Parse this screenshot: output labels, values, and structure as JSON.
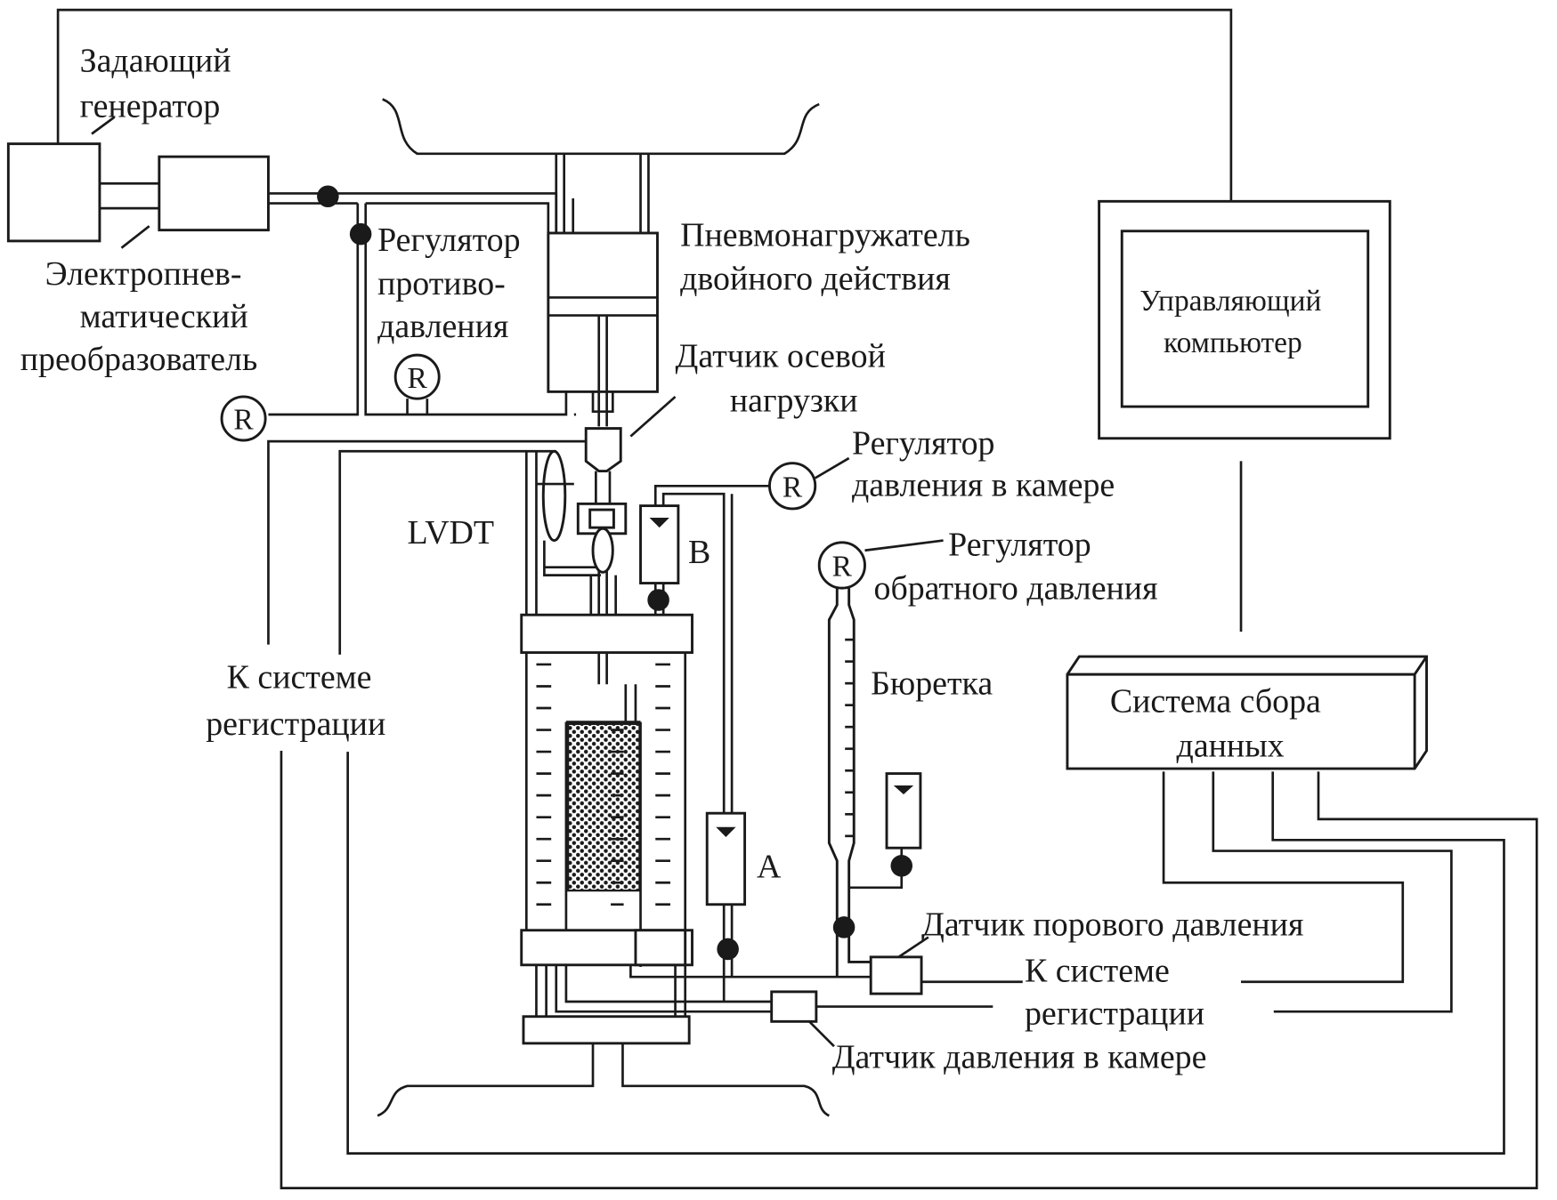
{
  "labels": {
    "generator": [
      "Задающий",
      "генератор"
    ],
    "converter": [
      "Электропнев-",
      "матический",
      "преобразователь"
    ],
    "backpressure_regulator": [
      "Регулятор",
      "противо-",
      "давления"
    ],
    "loader": [
      "Пневмонагружатель",
      "двойного действия"
    ],
    "axial_sensor": [
      "Датчик осевой",
      "нагрузки"
    ],
    "chamber_regulator": [
      "Регулятор",
      "давления  в камере"
    ],
    "reverse_regulator": [
      "Регулятор",
      "обратного давления"
    ],
    "lvdt": "LVDT",
    "vessel_b": "B",
    "vessel_a": "A",
    "burette": "Бюретка",
    "daq": [
      "Система сбора",
      "данных"
    ],
    "computer": [
      "Управляющий",
      "компьютер"
    ],
    "to_registration_left": [
      "К системе",
      "регистрации"
    ],
    "pore_sensor": "Датчик порового давления",
    "to_registration_right": [
      "К системе",
      "регистрации"
    ],
    "chamber_sensor": "Датчик давления в камере",
    "regulator_symbol": "R"
  }
}
